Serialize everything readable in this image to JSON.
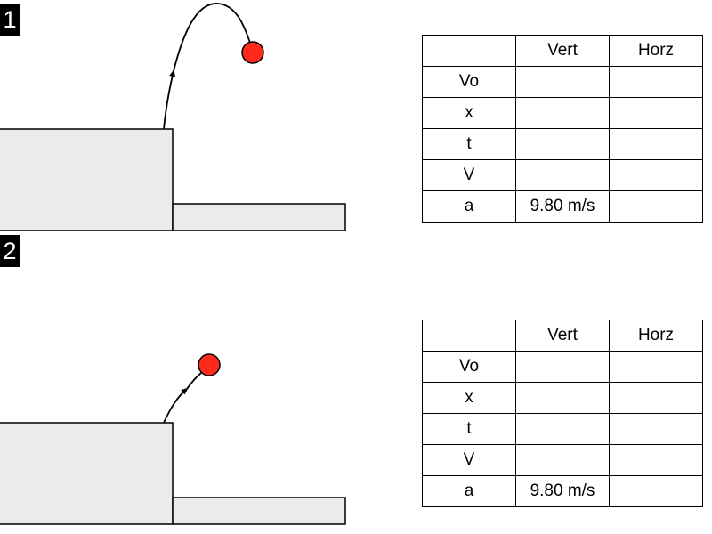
{
  "problems": [
    {
      "number": "1",
      "ball_color": "#ff2a1a",
      "table": {
        "header": [
          "",
          "Vert",
          "Horz"
        ],
        "rows": [
          {
            "label": "Vo",
            "vert": "",
            "horz": ""
          },
          {
            "label": "x",
            "vert": "",
            "horz": ""
          },
          {
            "label": "t",
            "vert": "",
            "horz": ""
          },
          {
            "label": "V",
            "vert": "",
            "horz": ""
          },
          {
            "label": "a",
            "vert": "9.80 m/s",
            "horz": ""
          }
        ]
      }
    },
    {
      "number": "2",
      "ball_color": "#ff2a1a",
      "table": {
        "header": [
          "",
          "Vert",
          "Horz"
        ],
        "rows": [
          {
            "label": "Vo",
            "vert": "",
            "horz": ""
          },
          {
            "label": "x",
            "vert": "",
            "horz": ""
          },
          {
            "label": "t",
            "vert": "",
            "horz": ""
          },
          {
            "label": "V",
            "vert": "",
            "horz": ""
          },
          {
            "label": "a",
            "vert": "9.80 m/s",
            "horz": ""
          }
        ]
      }
    }
  ],
  "colors": {
    "platform_fill": "#ebebeb",
    "outline": "#000000"
  }
}
